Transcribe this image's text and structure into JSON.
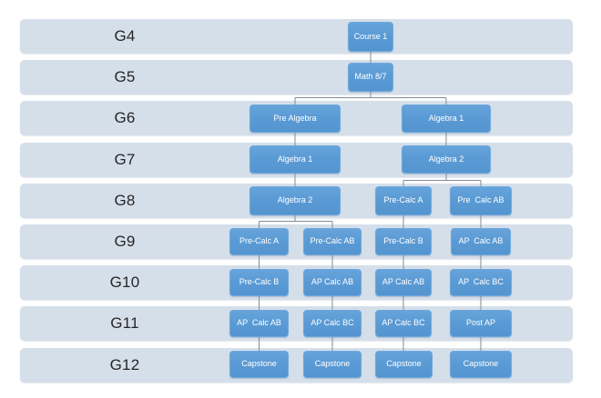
{
  "colors": {
    "background": "#ffffff",
    "band": "#d5dfea",
    "node_fill": "#5b9bd5",
    "node_border": "#6ea9de",
    "node_text": "#ffffff",
    "grade_text": "#262626",
    "connector": "#7f8c98"
  },
  "rows": [
    {
      "grade": "G4",
      "courses": [
        "Course 1"
      ]
    },
    {
      "grade": "G5",
      "courses": [
        "Math 8/7"
      ]
    },
    {
      "grade": "G6",
      "courses": [
        "Pre Algebra",
        "Algebra 1"
      ]
    },
    {
      "grade": "G7",
      "courses": [
        "Algebra 1",
        "Algebra 2"
      ]
    },
    {
      "grade": "G8",
      "courses": [
        "Algebra 2",
        "Pre-Calc A",
        "Pre  Calc AB"
      ]
    },
    {
      "grade": "G9",
      "courses": [
        "Pre-Calc A",
        "Pre-Calc AB",
        "Pre-Calc B",
        "AP  Calc AB"
      ]
    },
    {
      "grade": "G10",
      "courses": [
        "Pre-Calc B",
        "AP Calc AB",
        "AP Calc AB",
        "AP  Calc BC"
      ]
    },
    {
      "grade": "G11",
      "courses": [
        "AP  Calc AB",
        "AP Calc BC",
        "AP Calc BC",
        "Post AP"
      ]
    },
    {
      "grade": "G12",
      "courses": [
        "Capstone",
        "Capstone",
        "Capstone",
        "Capstone"
      ]
    }
  ],
  "edges": [
    {
      "from": [
        0,
        0
      ],
      "to": [
        1,
        0
      ]
    },
    {
      "from": [
        1,
        0
      ],
      "to": [
        2,
        0
      ]
    },
    {
      "from": [
        1,
        0
      ],
      "to": [
        2,
        1
      ]
    },
    {
      "from": [
        2,
        0
      ],
      "to": [
        3,
        0
      ]
    },
    {
      "from": [
        2,
        1
      ],
      "to": [
        3,
        1
      ]
    },
    {
      "from": [
        3,
        0
      ],
      "to": [
        4,
        0
      ]
    },
    {
      "from": [
        3,
        1
      ],
      "to": [
        4,
        1
      ]
    },
    {
      "from": [
        3,
        1
      ],
      "to": [
        4,
        2
      ]
    },
    {
      "from": [
        4,
        0
      ],
      "to": [
        5,
        0
      ]
    },
    {
      "from": [
        4,
        0
      ],
      "to": [
        5,
        1
      ]
    },
    {
      "from": [
        4,
        1
      ],
      "to": [
        5,
        2
      ]
    },
    {
      "from": [
        4,
        2
      ],
      "to": [
        5,
        3
      ]
    },
    {
      "from": [
        5,
        0
      ],
      "to": [
        6,
        0
      ]
    },
    {
      "from": [
        5,
        1
      ],
      "to": [
        6,
        1
      ]
    },
    {
      "from": [
        5,
        2
      ],
      "to": [
        6,
        2
      ]
    },
    {
      "from": [
        5,
        3
      ],
      "to": [
        6,
        3
      ]
    },
    {
      "from": [
        6,
        0
      ],
      "to": [
        7,
        0
      ]
    },
    {
      "from": [
        6,
        1
      ],
      "to": [
        7,
        1
      ]
    },
    {
      "from": [
        6,
        2
      ],
      "to": [
        7,
        2
      ]
    },
    {
      "from": [
        6,
        3
      ],
      "to": [
        7,
        3
      ]
    },
    {
      "from": [
        7,
        0
      ],
      "to": [
        8,
        0
      ]
    },
    {
      "from": [
        7,
        1
      ],
      "to": [
        8,
        1
      ]
    },
    {
      "from": [
        7,
        2
      ],
      "to": [
        8,
        2
      ]
    },
    {
      "from": [
        7,
        3
      ],
      "to": [
        8,
        3
      ]
    }
  ]
}
